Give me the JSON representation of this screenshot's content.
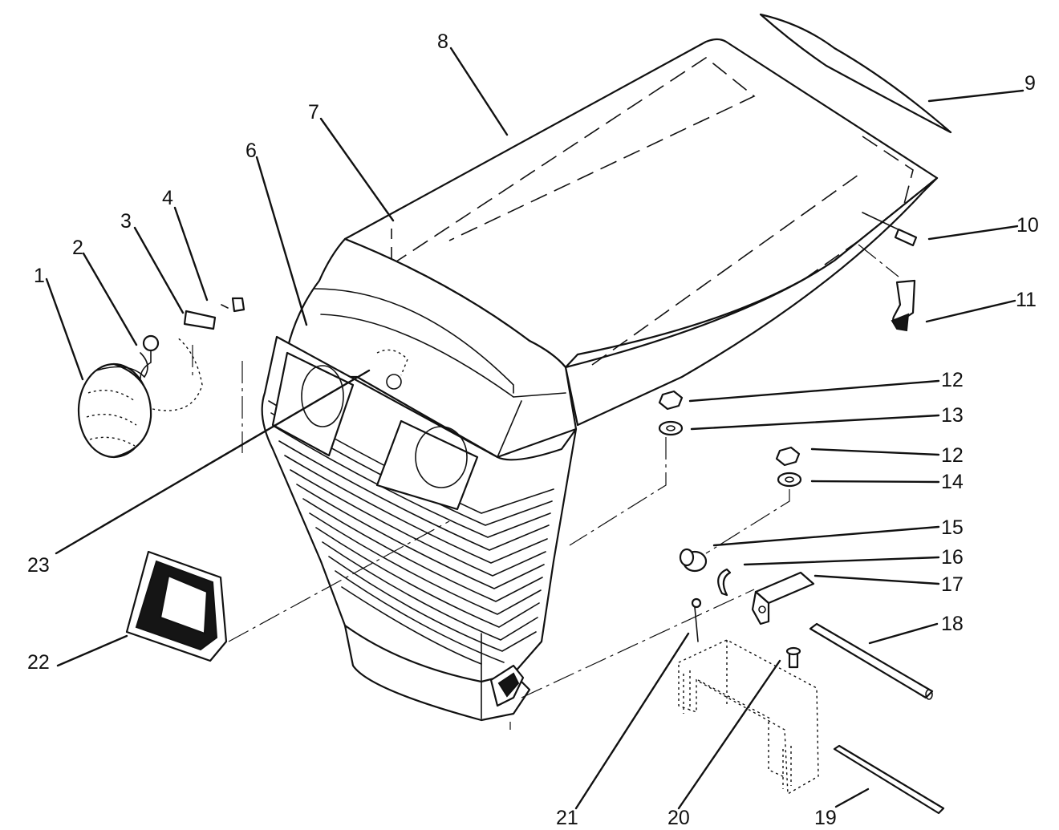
{
  "callouts": [
    {
      "id": "c1",
      "number": "1"
    },
    {
      "id": "c2",
      "number": "2"
    },
    {
      "id": "c3",
      "number": "3"
    },
    {
      "id": "c4",
      "number": "4"
    },
    {
      "id": "c6",
      "number": "6"
    },
    {
      "id": "c7",
      "number": "7"
    },
    {
      "id": "c8",
      "number": "8"
    },
    {
      "id": "c9",
      "number": "9"
    },
    {
      "id": "c10",
      "number": "10"
    },
    {
      "id": "c11",
      "number": "11"
    },
    {
      "id": "c12a",
      "number": "12"
    },
    {
      "id": "c13",
      "number": "13"
    },
    {
      "id": "c12b",
      "number": "12"
    },
    {
      "id": "c14",
      "number": "14"
    },
    {
      "id": "c15",
      "number": "15"
    },
    {
      "id": "c16",
      "number": "16"
    },
    {
      "id": "c17",
      "number": "17"
    },
    {
      "id": "c18",
      "number": "18"
    },
    {
      "id": "c19",
      "number": "19"
    },
    {
      "id": "c20",
      "number": "20"
    },
    {
      "id": "c21",
      "number": "21"
    },
    {
      "id": "c22",
      "number": "22"
    },
    {
      "id": "c23",
      "number": "23"
    }
  ]
}
